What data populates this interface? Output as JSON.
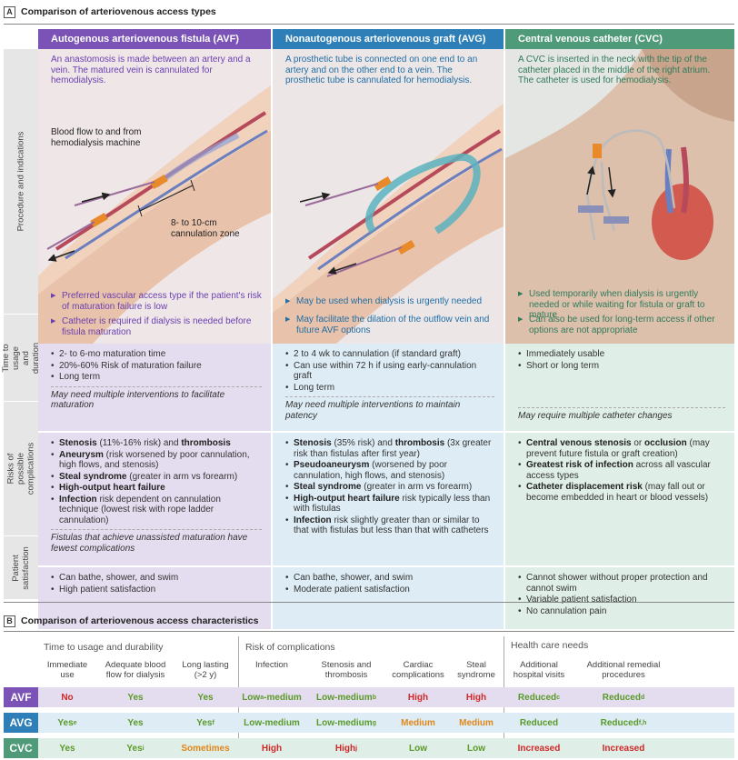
{
  "panel_a": {
    "letter": "A",
    "title": "Comparison of arteriovenous access types",
    "row_labels": [
      "Procedure and indications",
      "Time to usage and duration",
      "Risks of possible complications",
      "Patient satisfaction"
    ],
    "avf": {
      "header": "Autogenous arteriovenous fistula (AVF)",
      "description": "An anastomosis is made between an artery and a vein. The matured vein is cannulated for hemodialysis.",
      "annotation_flow": "Blood flow to and from hemodialysis machine",
      "annotation_zone": "8- to 10-cm cannulation zone",
      "bullets": [
        "Preferred vascular access type if the patient's risk of maturation failure is low",
        "Catheter is required if dialysis is needed before fistula maturation"
      ],
      "time": [
        "2- to 6-mo maturation time",
        "20%-60% Risk of maturation failure",
        "Long term"
      ],
      "time_note": "May need multiple interventions to facilitate maturation",
      "risks": [
        {
          "bold": "Stenosis",
          "text": " (11%-16% risk) and ",
          "bold2": "thrombosis",
          "text2": ""
        },
        {
          "bold": "Aneurysm",
          "text": " (risk worsened by poor cannulation, high flows, and stenosis)",
          "bold2": "",
          "text2": ""
        },
        {
          "bold": "Steal syndrome",
          "text": " (greater in arm vs forearm)",
          "bold2": "",
          "text2": ""
        },
        {
          "bold": "High-output heart failure",
          "text": "",
          "bold2": "",
          "text2": ""
        },
        {
          "bold": "Infection",
          "text": " risk dependent on cannulation technique (lowest risk with rope ladder cannulation)",
          "bold2": "",
          "text2": ""
        }
      ],
      "risk_note": "Fistulas that achieve unassisted maturation have fewest complications",
      "satisfaction": [
        "Can bathe, shower, and swim",
        "High patient satisfaction"
      ]
    },
    "avg": {
      "header": "Nonautogenous arteriovenous graft (AVG)",
      "description": "A prosthetic tube is connected on one end to an artery and on the other end to a vein. The prosthetic tube is cannulated for hemodialysis.",
      "bullets": [
        "May be used when dialysis is urgently needed",
        "May facilitate the dilation of the outflow vein and future AVF options"
      ],
      "time": [
        "2 to 4 wk to cannulation (if standard graft)",
        "Can use within 72 h if using early-cannulation graft",
        "Long term"
      ],
      "time_note": "May need multiple interventions to maintain patency",
      "risks": [
        {
          "bold": "Stenosis",
          "text": " (35% risk) and ",
          "bold2": "thrombosis",
          "text2": " (3x greater risk than fistulas after first year)"
        },
        {
          "bold": "Pseudoaneurysm",
          "text": " (worsened by poor cannulation, high flows, and stenosis)",
          "bold2": "",
          "text2": ""
        },
        {
          "bold": "Steal syndrome",
          "text": " (greater in arm vs forearm)",
          "bold2": "",
          "text2": ""
        },
        {
          "bold": "High-output heart failure",
          "text": " risk typically less than with fistulas",
          "bold2": "",
          "text2": ""
        },
        {
          "bold": "Infection",
          "text": " risk slightly greater than or similar to that with fistulas but less than that with catheters",
          "bold2": "",
          "text2": ""
        }
      ],
      "satisfaction": [
        "Can bathe, shower, and swim",
        "Moderate patient satisfaction"
      ]
    },
    "cvc": {
      "header": "Central venous catheter (CVC)",
      "description": "A CVC is inserted in the neck with the tip of the catheter placed in the middle of the right atrium. The catheter is used for hemodialysis.",
      "bullets": [
        "Used temporarily when dialysis is urgently needed or while waiting for fistula or graft to mature",
        "Can also be used for long-term access if other options are not appropriate"
      ],
      "time": [
        "Immediately usable",
        "Short or long term"
      ],
      "time_note": "May require multiple catheter changes",
      "risks": [
        {
          "bold": "Central venous stenosis",
          "text": " or ",
          "bold2": "occlusion",
          "text2": " (may prevent future fistula or graft creation)"
        },
        {
          "bold": "Greatest risk of infection",
          "text": " across all vascular access types",
          "bold2": "",
          "text2": ""
        },
        {
          "bold": "Catheter displacement risk",
          "text": " (may fall out or become embedded in heart or blood vessels)",
          "bold2": "",
          "text2": ""
        }
      ],
      "satisfaction": [
        "Cannot shower without proper protection and cannot swim",
        "Variable patient satisfaction",
        "No cannulation pain"
      ]
    }
  },
  "panel_b": {
    "letter": "B",
    "title": "Comparison of arteriovenous access characteristics",
    "groups": [
      "Time to usage and durability",
      "Risk of complications",
      "Health care needs"
    ],
    "columns": [
      "Immediate use",
      "Adequate blood flow for dialysis",
      "Long lasting (>2 y)",
      "Infection",
      "Stenosis and thrombosis",
      "Cardiac complications",
      "Steal syndrome",
      "Additional hospital visits",
      "Additional remedial procedures"
    ],
    "rows": [
      {
        "label": "AVF",
        "cells": [
          {
            "t": "No",
            "sup": "",
            "c": "r"
          },
          {
            "t": "Yes",
            "sup": "",
            "c": "g"
          },
          {
            "t": "Yes",
            "sup": "",
            "c": "g"
          },
          {
            "t": "Low",
            "sup": "a",
            "t2": "-medium",
            "c": "g"
          },
          {
            "t": "Low-medium",
            "sup": "b",
            "c": "g"
          },
          {
            "t": "High",
            "sup": "",
            "c": "r"
          },
          {
            "t": "High",
            "sup": "",
            "c": "r"
          },
          {
            "t": "Reduced",
            "sup": "c",
            "c": "g"
          },
          {
            "t": "Reduced",
            "sup": "d",
            "c": "g"
          }
        ]
      },
      {
        "label": "AVG",
        "cells": [
          {
            "t": "Yes",
            "sup": "e",
            "c": "g"
          },
          {
            "t": "Yes",
            "sup": "",
            "c": "g"
          },
          {
            "t": "Yes",
            "sup": "f",
            "c": "g"
          },
          {
            "t": "Low-medium",
            "sup": "",
            "c": "g"
          },
          {
            "t": "Low-medium",
            "sup": "g",
            "c": "g"
          },
          {
            "t": "Medium",
            "sup": "",
            "c": "o"
          },
          {
            "t": "Medium",
            "sup": "",
            "c": "o"
          },
          {
            "t": "Reduced",
            "sup": "",
            "c": "g"
          },
          {
            "t": "Reduced",
            "sup": "f,h",
            "c": "g"
          }
        ]
      },
      {
        "label": "CVC",
        "cells": [
          {
            "t": "Yes",
            "sup": "",
            "c": "g"
          },
          {
            "t": "Yes",
            "sup": "i",
            "c": "g"
          },
          {
            "t": "Sometimes",
            "sup": "",
            "c": "o"
          },
          {
            "t": "High",
            "sup": "",
            "c": "r"
          },
          {
            "t": "High",
            "sup": "j",
            "c": "r"
          },
          {
            "t": "Low",
            "sup": "",
            "c": "g"
          },
          {
            "t": "Low",
            "sup": "",
            "c": "g"
          },
          {
            "t": "Increased",
            "sup": "",
            "c": "r"
          },
          {
            "t": "Increased",
            "sup": "",
            "c": "r"
          }
        ]
      }
    ]
  },
  "colors": {
    "avf": "#7b52b5",
    "avf_light": "#e4dcef",
    "avf_text": "#6a3fb0",
    "avg": "#2e7fb8",
    "avg_light": "#ddecf5",
    "avg_text": "#1f6ea5",
    "cvc": "#4f9a78",
    "cvc_light": "#dfeee6",
    "cvc_text": "#2f7a5a"
  }
}
